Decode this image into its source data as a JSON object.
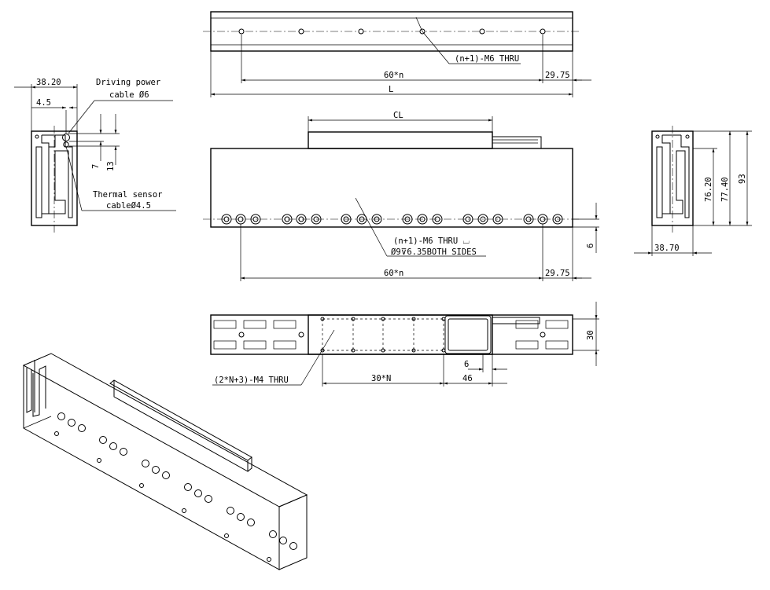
{
  "top_view": {
    "callout": "(n+1)-M6 THRU",
    "pitch": "60*n",
    "offset": "29.75",
    "length": "L"
  },
  "left_end": {
    "width": "38.20",
    "offset": "4.5",
    "power_label_1": "Driving power",
    "power_label_2": "cable Ø6",
    "dim_7": "7",
    "dim_13": "13",
    "sensor_label_1": "Thermal sensor",
    "sensor_label_2": "cableØ4.5"
  },
  "front_view": {
    "cl": "CL",
    "callout_1": "(n+1)-M6 THRU ⌴",
    "callout_2": "Ø9⊽6.35BOTH SIDES",
    "dim_6": "6",
    "pitch": "60*n",
    "offset": "29.75"
  },
  "right_end": {
    "h1": "76.20",
    "h2": "77.40",
    "h3": "93",
    "width": "38.70"
  },
  "slider_view": {
    "dim_30": "30",
    "dim_6": "6",
    "dim_46": "46",
    "pitch": "30*N",
    "callout": "(2*N+3)-M4 THRU"
  }
}
